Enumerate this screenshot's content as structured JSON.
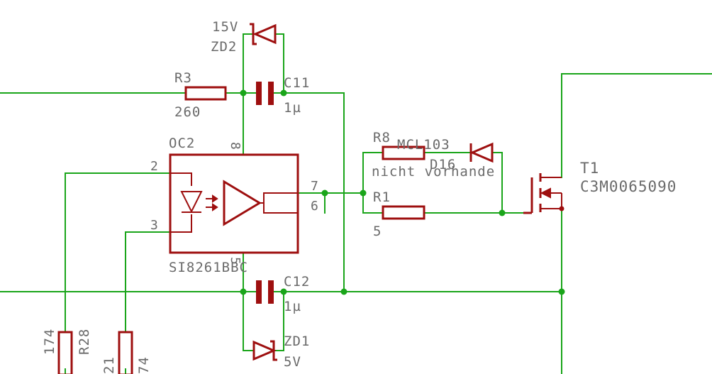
{
  "components": {
    "r3": {
      "name": "R3",
      "value": "260"
    },
    "c11": {
      "name": "C11",
      "value": "1µ"
    },
    "zd2": {
      "name": "ZD2",
      "value": "15V"
    },
    "oc2": {
      "name": "OC2",
      "part": "SI8261BBC",
      "pins": [
        "2",
        "3",
        "7",
        "6",
        "8",
        "5"
      ]
    },
    "r8": {
      "name": "R8",
      "value": "MCL103"
    },
    "d16": {
      "name": "D16",
      "note": "nicht vorhande"
    },
    "r1": {
      "name": "R1",
      "value": "5"
    },
    "t1": {
      "name": "T1",
      "part": "C3M0065090"
    },
    "c12": {
      "name": "C12",
      "value": "1µ"
    },
    "zd1": {
      "name": "ZD1",
      "value": "5V"
    },
    "r28": {
      "name": "R28",
      "value": "174"
    },
    "r_left": {
      "name": "21",
      "value": "74"
    }
  },
  "colors": {
    "wire": "#1aa51a",
    "part": "#9e0f0f",
    "label": "#6a6a6a"
  }
}
